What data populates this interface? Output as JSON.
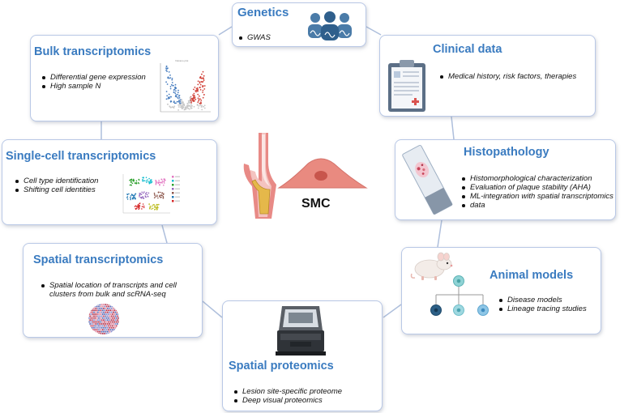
{
  "center": {
    "label": "SMC"
  },
  "cards": {
    "genetics": {
      "title": "Genetics",
      "items": [
        "GWAS"
      ]
    },
    "bulk": {
      "title": "Bulk transcriptomics",
      "items": [
        "Differential gene expression",
        "High sample N"
      ],
      "plot_title": "Volcano plot"
    },
    "clinical": {
      "title": "Clinical data",
      "items": [
        "Medical history, risk factors, therapies"
      ]
    },
    "singlecell": {
      "title": "Single-cell transcriptomics",
      "items": [
        "Cell type identification",
        "Shifting cell identities"
      ]
    },
    "histo": {
      "title": "Histopathology",
      "items": [
        "Histomorphological characterization",
        "Evaluation of plaque stability (AHA)",
        "ML-integration with spatial transcriptomics",
        "data"
      ]
    },
    "spatialtx": {
      "title": "Spatial transcriptomics",
      "items": [
        "Spatial location of transcripts and cell",
        "clusters from bulk and scRNA-seq"
      ]
    },
    "animal": {
      "title": "Animal models",
      "items": [
        "Disease models",
        "Lineage tracing studies"
      ]
    },
    "proteomics": {
      "title": "Spatial proteomics",
      "items": [
        "Lesion site-specific proteome",
        "Deep visual proteomics"
      ]
    }
  },
  "colors": {
    "accent": "#3a7bc0",
    "border": "#b9c8e6",
    "connector": "#aebfdc",
    "smc_cell": "#e98a80",
    "smc_nucleus": "#c8554c",
    "artery_outer": "#e88a86",
    "plaque": "#e5b84a"
  },
  "icons": [
    "people-dna-icon",
    "clipboard-icon",
    "tissue-slide-icon",
    "mouse-icon",
    "lineage-tree-icon",
    "spatial-proteomics-instrument-icon",
    "artery-plaque-icon",
    "smc-cell-icon",
    "volcano-plot-icon",
    "umap-plot-icon",
    "spatial-spots-icon"
  ]
}
